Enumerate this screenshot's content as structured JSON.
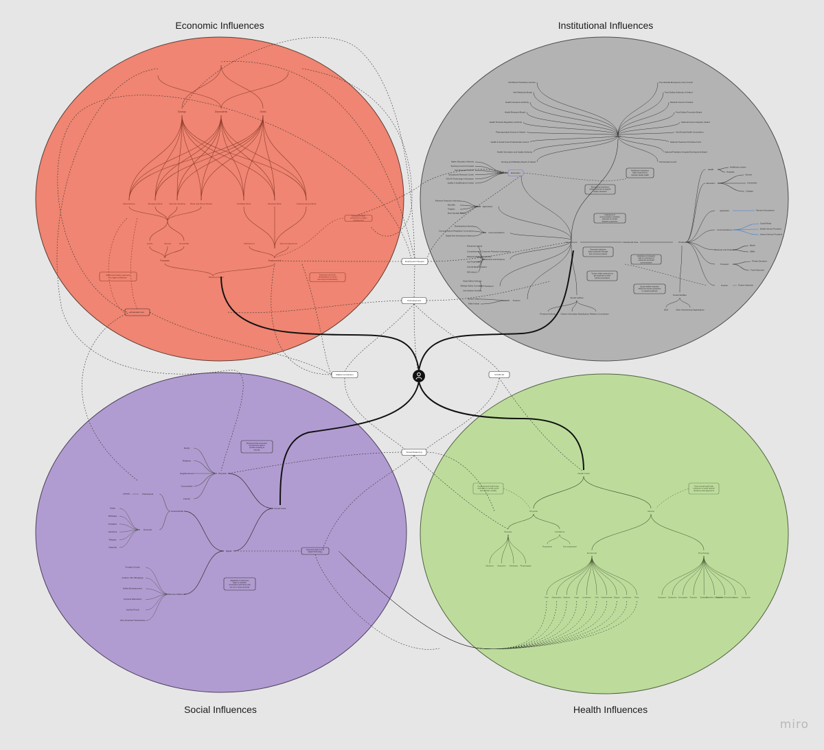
{
  "titles": {
    "economic": "Economic Influences",
    "institutional": "Institutional Influences",
    "social": "Social Influences",
    "health": "Health Influences"
  },
  "colors": {
    "economic": "#ef8572",
    "institutional": "#b3b3b3",
    "social": "#b19cd1",
    "health": "#bddc9c",
    "background": "#e6e6e6"
  },
  "center": {
    "icon": "person-in-circle-icon",
    "hubs": {
      "employment_support": "Employment Support",
      "unemployment": "Unemployment",
      "market_contraction": "Market Contraction",
      "covid": "COVID-19",
      "social_distancing": "Social Distancing"
    }
  },
  "economic": {
    "top_nodes": [
      "Savings",
      "Dependents",
      "Debts"
    ],
    "mid_nodes": [
      "Redundancy",
      "Shopping Work",
      "Remote Working",
      "Work and Home Duties",
      "Unskilled Work",
      "Physical Work",
      "Undocumented Work"
    ],
    "lower_nodes": [
      "Loans",
      "Interest",
      "Overdrafts",
      "Retirement",
      "Semi-employment"
    ],
    "hubs": [
      "Finances",
      "Employment"
    ],
    "notes": [
      "Education helps customers to regain employment",
      "Retirement helps customers to regain confidence",
      "Expenses and their ramifications on work earnings and well-being",
      "Potential Loss",
      "Business Debts"
    ]
  },
  "institutional": {
    "health_bodies": [
      "Irish Blood Transfusion Service",
      "Pre-Hospital Emergency Care Council",
      "Irish Medicines Board",
      "Food Safety Authority of Ireland",
      "Health Insurance Authority",
      "Medical Council of Ireland",
      "Health Research Board",
      "Food Safety Promotion Board",
      "Health Products Regulatory Authority",
      "National Cancer Registry Ireland",
      "Pharmaceutical Society of Ireland",
      "Irish Dental Health Commission",
      "Health & Social Care Professionals Council",
      "National Treatment Purchase Fund",
      "Health Information and Quality Authority",
      "National Paediatric Hospital Development Board",
      "Nursing and Midwifery Board of Ireland",
      "Irish Dental Council"
    ],
    "education_bodies": [
      "Higher Education Authority",
      "Teaching Council of Ireland",
      "Irish Research Council",
      "Educational Research Centre",
      "SOLAS Technology in Education",
      "Quality & Qualifications Ireland"
    ],
    "agriculture_bodies": [
      "Fisheries Protection Authority",
      "Bord Bia",
      "Teagasc",
      "Bord Iascaigh Mhara"
    ],
    "communications_bodies": [
      "Broadcasting Authority",
      "Communications Regulation Commission",
      "Digital Hub Development Agency"
    ],
    "business_bodies": [
      "Enterprise Ireland",
      "Competition and Consumer Protection Commission",
      "National Standards Authority",
      "InterTradeIreland",
      "Central Bank of Ireland",
      "IDA Ireland"
    ],
    "transport_bodies": [
      "Road Safety Authority",
      "Railway Safety Commission",
      "Irish Aviation Authority"
    ],
    "tourism_bodies": [
      "Tourism Ireland",
      "Fáilte Ireland"
    ],
    "welfare_bodies": [
      "Pensions Authority",
      "Citizens Information Board",
      "Labour Relations Commission"
    ],
    "private_branches": [
      "Health",
      "Education",
      "Agriculture",
      "Communications",
      "Business and Finance",
      "Transport",
      "Tourism"
    ],
    "private_leaves": [
      "Healthcare centres",
      "Hospitals",
      "Schools",
      "Universities",
      "Colleges",
      "Farmers Associations",
      "Social Media",
      "Mobile Service Providers",
      "Internet Service Providers",
      "Banks",
      "SMEs",
      "Private Operators",
      "Travel Agencies",
      "Tourism Agencies"
    ],
    "welfare_leaves": [
      "NGO",
      "Other Volunteering Organisations"
    ],
    "hubs": [
      "Health",
      "Education",
      "Agriculture",
      "Communications",
      "Business and Finance",
      "Transport",
      "Tourism",
      "Government",
      "Institutional Care",
      "Private",
      "Social welfare",
      "Social Welfare"
    ],
    "notes": [
      "Healthcare institutions helps customers to maintain steady health",
      "Educational institutions helps customers to acquire quality education",
      "Institutions of communication maintains channels of contact between customers",
      "Financial institutions helps customers through their economic policies",
      "Institutions of transport help in movement of customers and build communication",
      "Tourism helps customers to get exposure to other cultures and places",
      "Social welfare institution helps low income customers to sustain livelihood"
    ]
  },
  "social": {
    "physical_leaves": [
      "Family",
      "Relatives",
      "Neighbourhood",
      "Communities",
      "Friends"
    ],
    "social_media": [
      "LinkedIn",
      "Twitter",
      "Whatsapp",
      "Instagram",
      "Facebook",
      "Telegram",
      "Snapchat"
    ],
    "media_groups": [
      "Professional",
      "Personal"
    ],
    "service_platforms": [
      "Frontline (Covid)",
      "Amazon, Flirt (Shopping)",
      "Netflix (Entertainment)",
      "Coursera (Education)",
      "Just Eat (Food)",
      "Uber (Financial Transactions)"
    ],
    "hubs": [
      "Physical",
      "Social Media",
      "Digital",
      "Service Platforms",
      "Social Circle"
    ],
    "notes": [
      "Physical social connection of customers help to provide a feeling of security",
      "Digital life of customers helps to maintain connections with those who are not in close proximity",
      "Extremely High Use of Digital Technology"
    ]
  },
  "health": {
    "hubs": [
      "Health Crisis",
      "Physical",
      "Mental",
      "Disease",
      "Conditions",
      "Emotional",
      "Psychology"
    ],
    "disease_types": [
      "Infectious",
      "Endocrine",
      "Hereditary",
      "Physiological"
    ],
    "conditions": [
      "Progressive",
      "Non-progressive"
    ],
    "emotions": [
      "Fear",
      "Desperation",
      "Sadness",
      "Anger",
      "Loneliness",
      "Guilt",
      "Hopelessness",
      "Disgust",
      "Loneliness",
      "Panic"
    ],
    "psychology": [
      "Symptoms",
      "Exhaustion",
      "Normopathy",
      "Rejection",
      "Exaltation",
      "Repetitive Complaints",
      "Repetitive Disturbances",
      "Apathy",
      "Compulsive"
    ],
    "notes": [
      "Good physical health helps customers to remain active and maintain mobility",
      "Good mental health help customers to make rational decisions and judgements"
    ]
  },
  "watermark": "miro"
}
